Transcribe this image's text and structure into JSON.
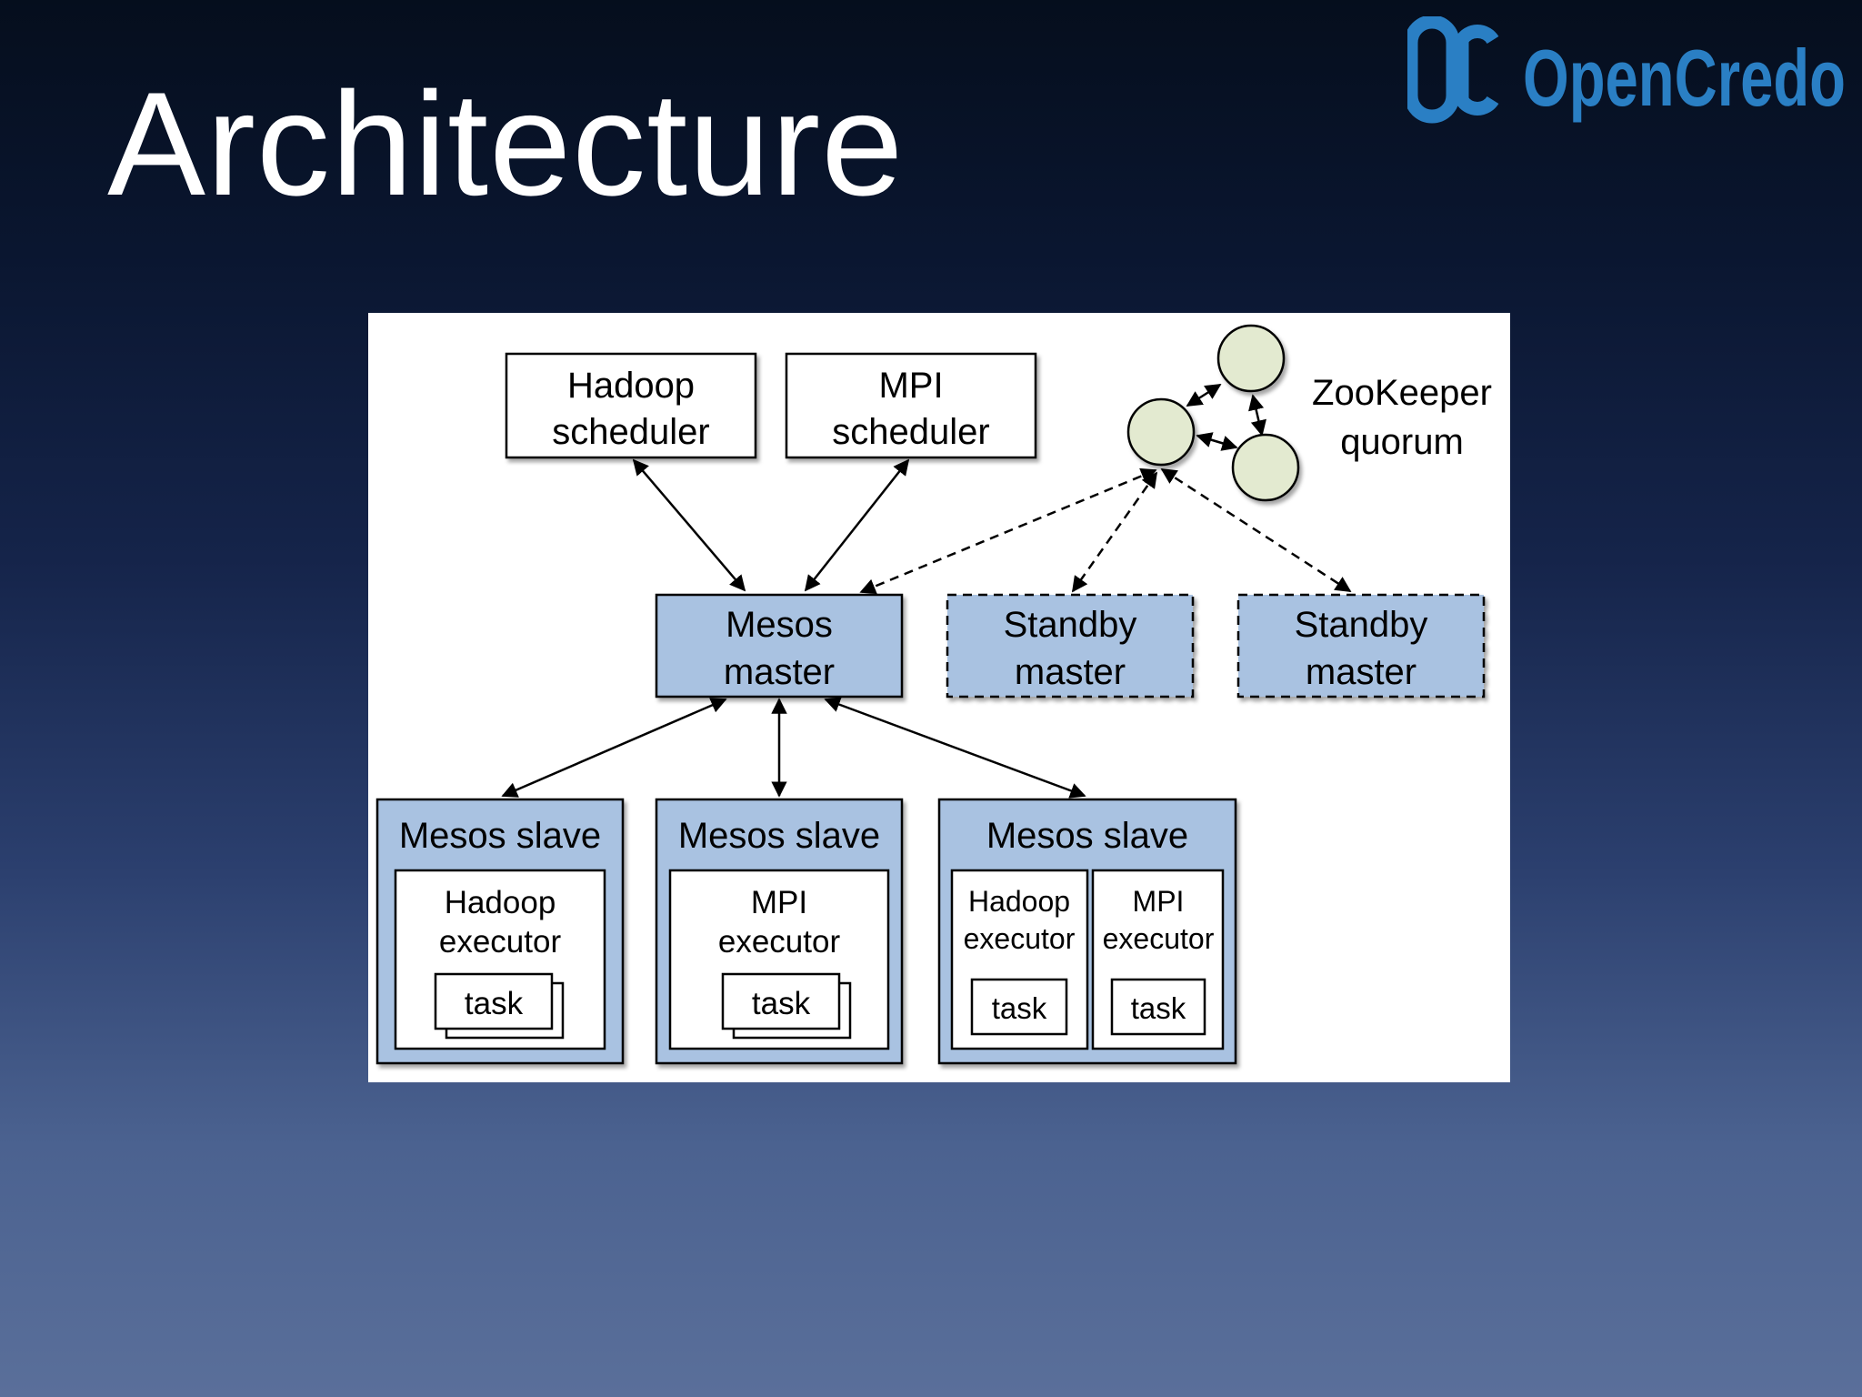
{
  "slide": {
    "title": "Architecture",
    "background_top": "#050e1d",
    "background_bottom": "#5a6f9a"
  },
  "brand": {
    "name": "OpenCredo",
    "mark": "OC",
    "color": "#2a7fc4"
  },
  "diagram": {
    "colors": {
      "mesos_fill": "#a9c2e1",
      "zookeeper_fill": "#e3ead0",
      "line": "#000000"
    },
    "hadoop_scheduler": {
      "line1": "Hadoop",
      "line2": "scheduler"
    },
    "mpi_scheduler": {
      "line1": "MPI",
      "line2": "scheduler"
    },
    "zookeeper": {
      "line1": "ZooKeeper",
      "line2": "quorum"
    },
    "mesos_master": {
      "line1": "Mesos",
      "line2": "master"
    },
    "standby_master_1": {
      "line1": "Standby",
      "line2": "master"
    },
    "standby_master_2": {
      "line1": "Standby",
      "line2": "master"
    },
    "slaves": [
      {
        "title": "Mesos slave",
        "executor_line1": "Hadoop",
        "executor_line2": "executor",
        "task": "task"
      },
      {
        "title": "Mesos slave",
        "executor_line1": "MPI",
        "executor_line2": "executor",
        "task": "task"
      },
      {
        "title": "Mesos slave",
        "executors": [
          {
            "line1": "Hadoop",
            "line2": "executor",
            "task": "task"
          },
          {
            "line1": "MPI",
            "line2": "executor",
            "task": "task"
          }
        ]
      }
    ]
  }
}
